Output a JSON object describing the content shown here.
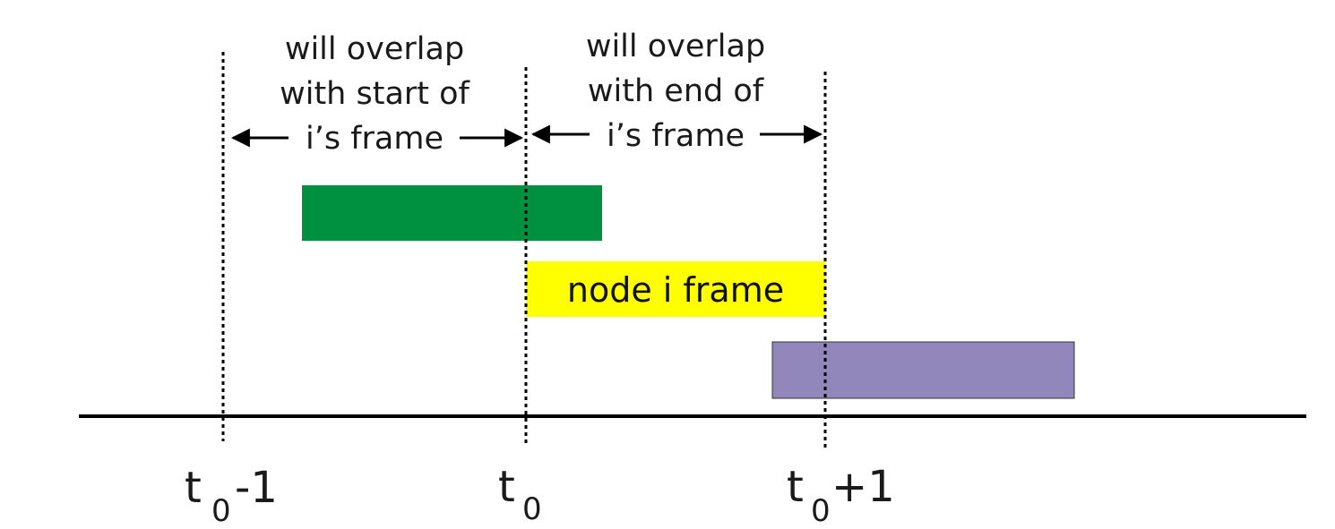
{
  "annotations": {
    "left": {
      "line1": "will overlap",
      "line2": "with start of",
      "line3": "i’s frame"
    },
    "right": {
      "line1": "will overlap",
      "line2": "with end of",
      "line3": "i’s frame"
    }
  },
  "frames": {
    "before": {
      "color": "#009140"
    },
    "node": {
      "label": "node i frame",
      "color": "#ffff00"
    },
    "after": {
      "color": "#9187ba"
    }
  },
  "ticks": {
    "minus_one": {
      "base": "t",
      "sub": "0",
      "suffix": "-1"
    },
    "zero": {
      "base": "t",
      "sub": "0",
      "suffix": ""
    },
    "plus_one": {
      "base": "t",
      "sub": "0",
      "suffix": "+1"
    }
  },
  "colors": {
    "axis": "#000000",
    "marker_lines": "#000000"
  }
}
